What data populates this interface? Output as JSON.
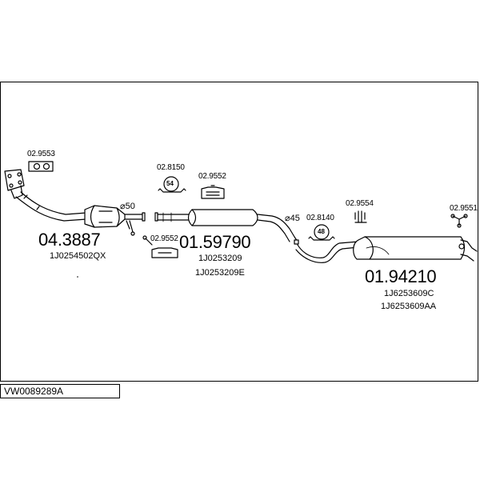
{
  "diagram": {
    "model_code": "VW0089289A",
    "parts": [
      {
        "id": "catalyst",
        "code": "04.3887",
        "oem": [
          "1J0254502QX"
        ]
      },
      {
        "id": "middle-silencer",
        "code": "01.59790",
        "oem": [
          "1J0253209",
          "1J0253209E"
        ]
      },
      {
        "id": "rear-silencer",
        "code": "01.94210",
        "oem": [
          "1J6253609C",
          "1J6253609AA"
        ]
      }
    ],
    "accessories": [
      {
        "id": "gasket-front",
        "code": "02.9553"
      },
      {
        "id": "clamp-54",
        "code": "02.8150",
        "size": "54"
      },
      {
        "id": "holder-mid",
        "code": "02.9552"
      },
      {
        "id": "holder-cat",
        "code": "02.9552"
      },
      {
        "id": "clamp-48",
        "code": "02.8140",
        "size": "48"
      },
      {
        "id": "holder-rear",
        "code": "02.9554"
      },
      {
        "id": "holder-tail",
        "code": "02.9551"
      }
    ],
    "diameters": [
      {
        "id": "d50",
        "text": "⌀50"
      },
      {
        "id": "d45",
        "text": "⌀45"
      }
    ]
  }
}
